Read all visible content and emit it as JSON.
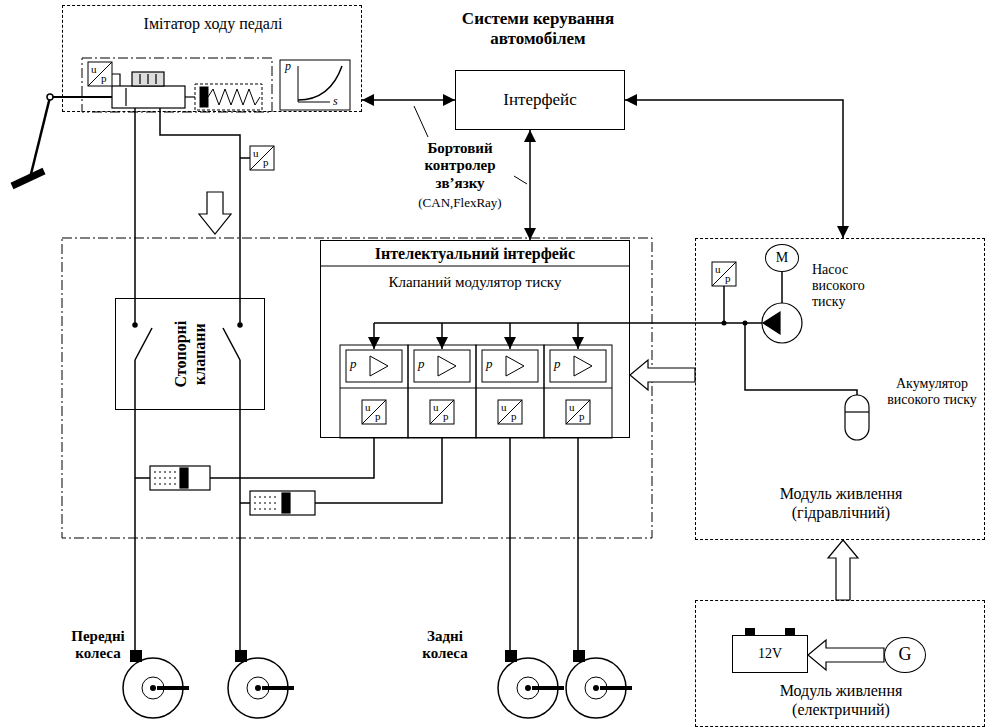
{
  "diagram": {
    "nodes": [
      {
        "text": [
          "Імітатор ходу педалі"
        ]
      },
      {
        "text": [
          "Системи керування автомобілем",
          "Інтерфейс"
        ]
      },
      {
        "text": [
          "Стопорні клапани"
        ]
      },
      {
        "text": [
          "Інтелектуальний інтерфейс",
          "Клапаний модулятор тиску"
        ]
      },
      {
        "text": [
          "Модуль живлення (гідравлічний)"
        ]
      },
      {
        "text": [
          "M"
        ],
        "in": 4
      },
      {
        "text": [
          "Модуль живлення (електричний)"
        ]
      },
      {
        "text": [
          "12V"
        ],
        "in": 6
      },
      {
        "text": [
          "G"
        ],
        "in": 6
      }
    ],
    "edges": [
      {
        "from": 1,
        "to": 0,
        "arrow": "both"
      },
      {
        "from": 1,
        "to": 3,
        "arrow": "both"
      },
      {
        "from": 1,
        "to": 4,
        "arrow": "both"
      },
      {
        "from": 4,
        "to": 3,
        "arrow": "to"
      },
      {
        "from": 6,
        "to": 4,
        "arrow": "to"
      },
      {
        "from": 8,
        "to": 7,
        "arrow": "to"
      }
    ],
    "labels": [
      "u",
      "p",
      "p",
      "s",
      "Бортовий контролер зв’язку",
      "(CAN,FlexRay)",
      "u",
      "p",
      "p",
      "u",
      "p",
      "p",
      "u",
      "p",
      "p",
      "u",
      "p",
      "p",
      "u",
      "p",
      "u",
      "p",
      "Насос високого тиску",
      "Акумулятор високого тиску",
      "Передні колеса",
      "Задні колеса"
    ]
  }
}
